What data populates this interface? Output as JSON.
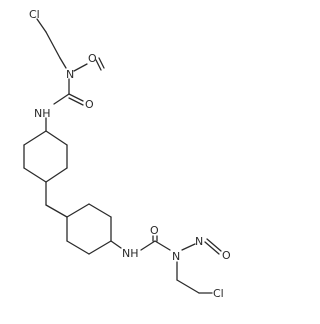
{
  "molecule": {
    "atoms": {
      "cl_top": "Cl",
      "n_top": "N",
      "o_nitroso_top": "O",
      "nh_top": "NH",
      "o_carbonyl_top": "O",
      "nh_bottom": "NH",
      "o_carbonyl_bottom": "O",
      "n_bottom": "N",
      "o_nitroso_bottom": "O",
      "cl_bottom": "Cl"
    }
  }
}
